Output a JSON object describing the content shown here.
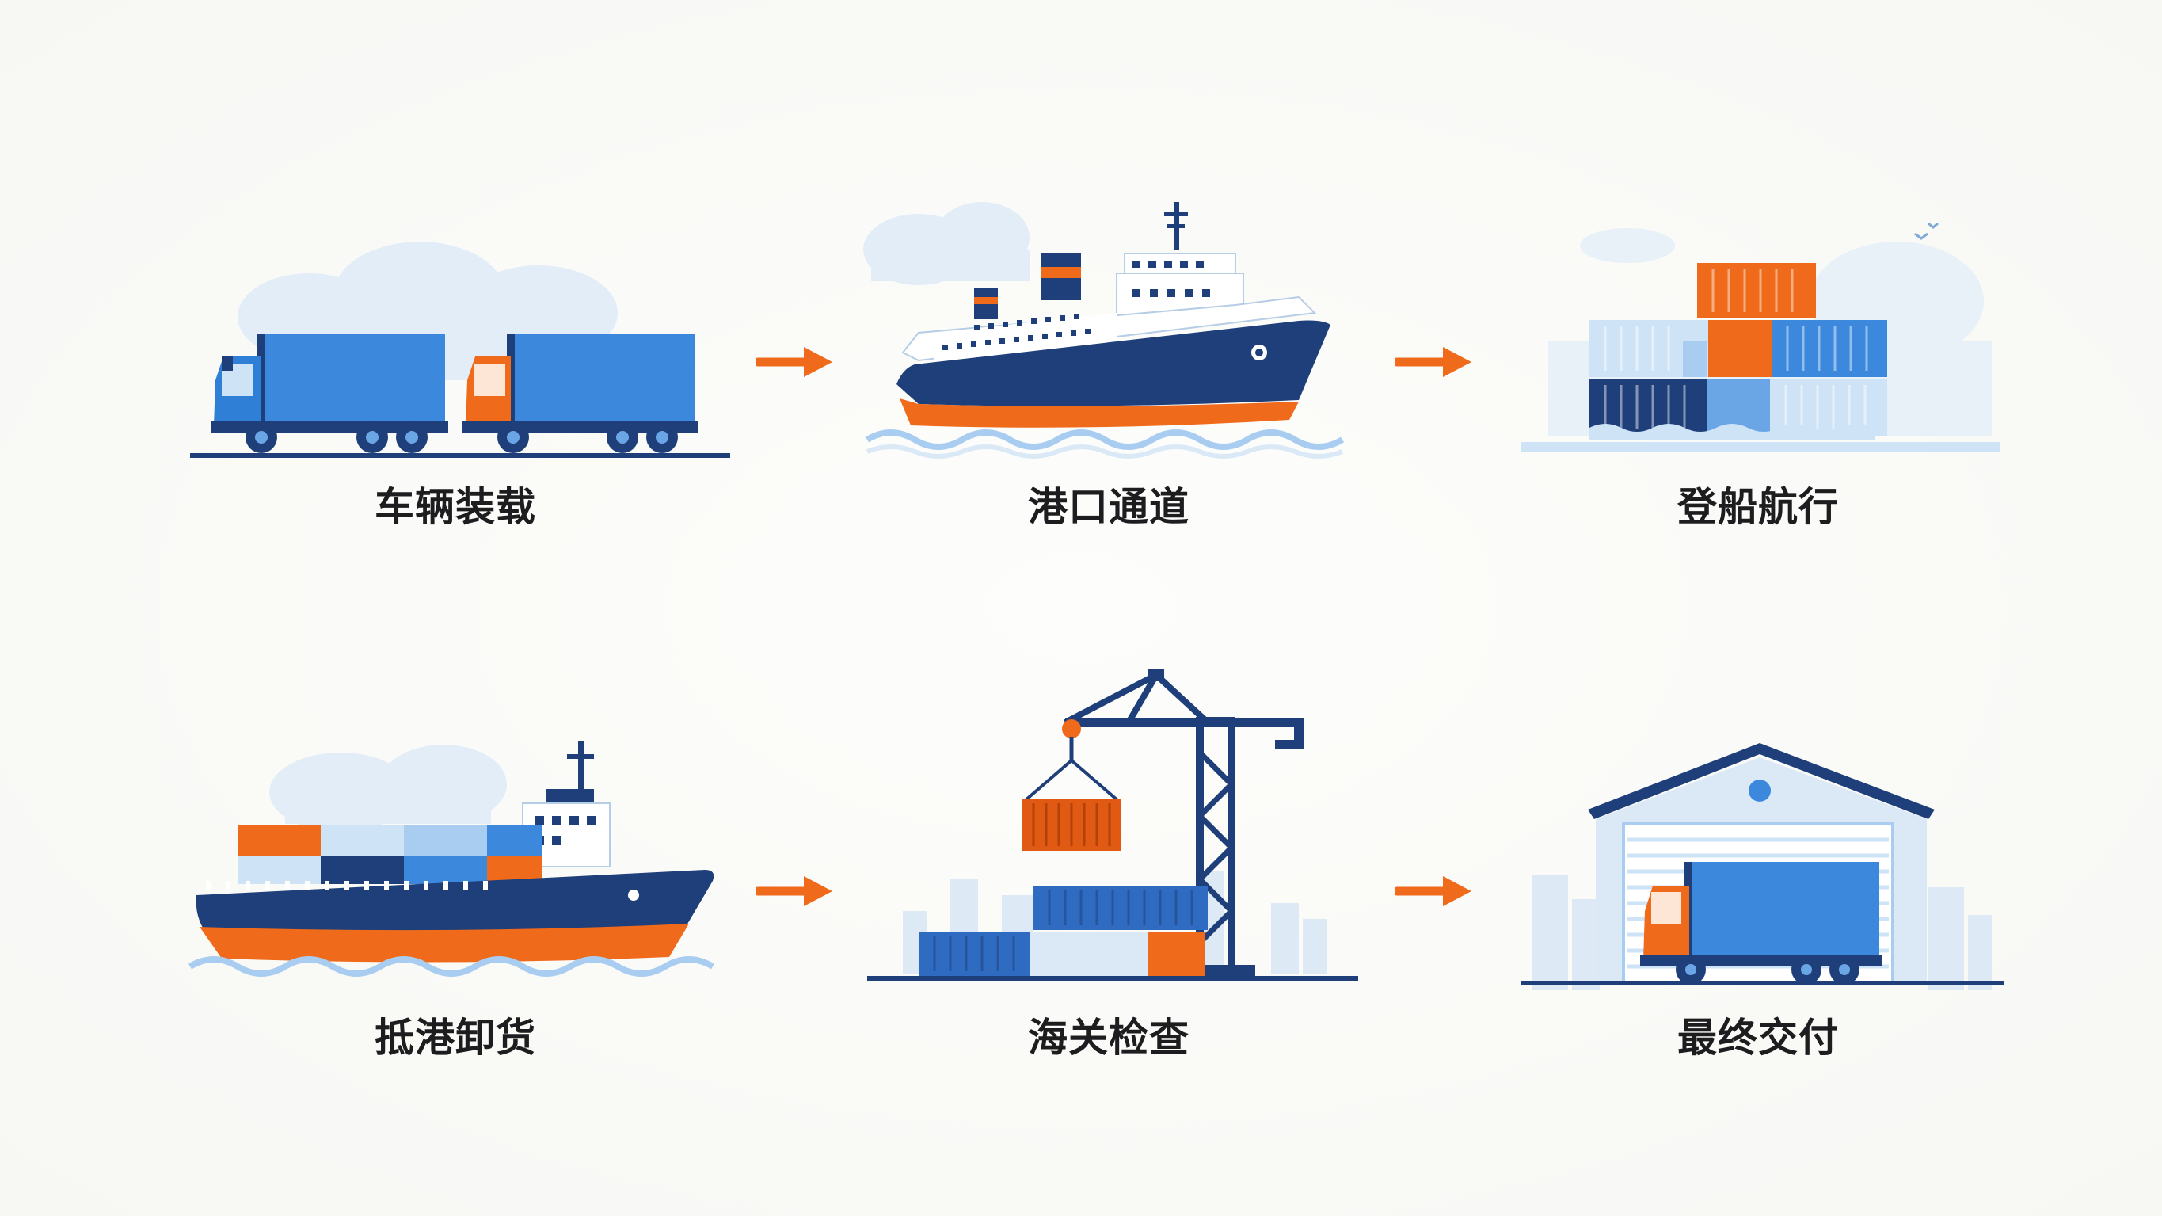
{
  "steps": [
    {
      "label": "车辆装载"
    },
    {
      "label": "港口通道"
    },
    {
      "label": "登船航行"
    },
    {
      "label": "抵港卸货"
    },
    {
      "label": "海关检查"
    },
    {
      "label": "最终交付"
    }
  ],
  "colors": {
    "navy": "#1f3f7a",
    "blue": "#3b88dc",
    "light_blue": "#a9cdf1",
    "pale_blue": "#dbe9f7",
    "orange": "#f06a1c",
    "background": "#f9faf7"
  },
  "icons": [
    "truck-icon",
    "ship-icon",
    "container-icon",
    "cargo-ship-icon",
    "crane-icon",
    "warehouse-icon",
    "arrow-right-icon"
  ]
}
